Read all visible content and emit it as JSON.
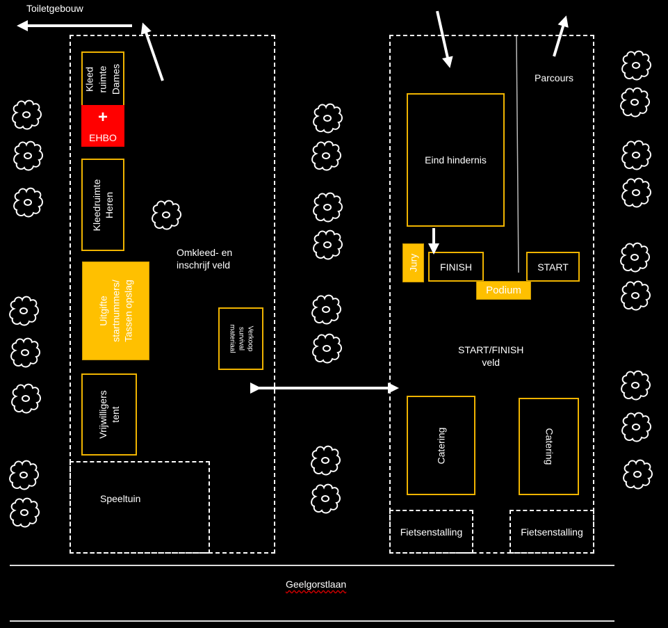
{
  "labels": {
    "toilet": "Toiletgebouw",
    "kleed_dames": "Kleed\nruimte\nDames",
    "ehbo_symbol": "+",
    "ehbo": "EHBO",
    "kleed_heren": "Kleedruimte\nHeren",
    "omkleed_veld": "Omkleed- en\ninschrijf veld",
    "uitgifte": "Uitgifte\nstartnummers/\nTassen opslag",
    "verkoop": "Verkoop\nsurvival\nmateriaal",
    "vrijwilligers": "Vrijwilligers\ntent",
    "speeltuin": "Speeltuin",
    "parcours": "Parcours",
    "eind_hindernis": "Eind hindernis",
    "jury": "Jury",
    "finish": "FINISH",
    "start": "START",
    "podium": "Podium",
    "start_finish_veld": "START/FINISH\nveld",
    "catering_1": "Catering",
    "catering_2": "Catering",
    "fiets_1": "Fietsenstalling",
    "fiets_2": "Fietsenstalling",
    "street": "Geelgorstlaan"
  },
  "colors": {
    "background": "#000000",
    "outline_orange": "#f0b400",
    "fill_yellow": "#ffc000",
    "ehbo_red": "#ff0000",
    "lines": "#ffffff"
  },
  "legend_symbols": {
    "tree": "tree-icon",
    "arrow": "direction-arrow"
  }
}
